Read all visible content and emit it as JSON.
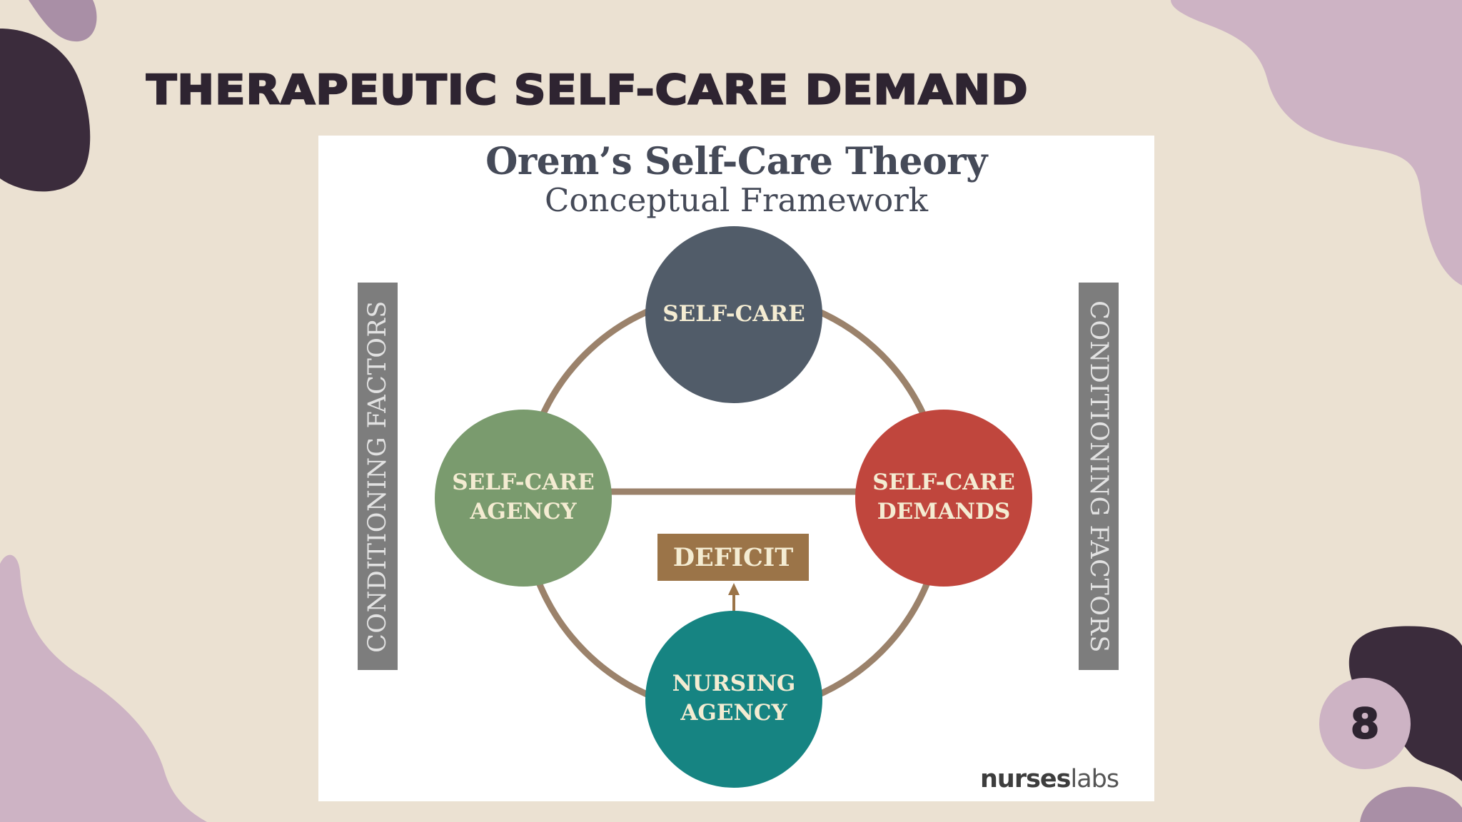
{
  "slide": {
    "title": "THERAPEUTIC SELF-CARE DEMAND",
    "page_number": "8"
  },
  "diagram": {
    "title": "Orem’s Self-Care Theory",
    "subtitle": "Conceptual Framework",
    "nodes": {
      "self_care": {
        "line1": "SELF-CARE",
        "line2": "",
        "color": "#515c69"
      },
      "agency": {
        "line1": "SELF-CARE",
        "line2": "AGENCY",
        "color": "#7a9b6e"
      },
      "demands": {
        "line1": "SELF-CARE",
        "line2": "DEMANDS",
        "color": "#c0463d"
      },
      "nursing": {
        "line1": "NURSING",
        "line2": "AGENCY",
        "color": "#168482"
      }
    },
    "deficit_label": "DEFICIT",
    "left_bar_text": "CONDITIONING FACTORS",
    "right_bar_text": "CONDITIONING FACTORS",
    "brand": {
      "part1": "nurses",
      "part2": "labs"
    },
    "connector_color": "#9b826b",
    "deficit_color": "#9b7448",
    "bar_color": "#7d7d7d"
  },
  "theme": {
    "background": "#ebe1d2",
    "blob_dark": "#3b2c3c",
    "blob_light": "#cdb3c4"
  }
}
